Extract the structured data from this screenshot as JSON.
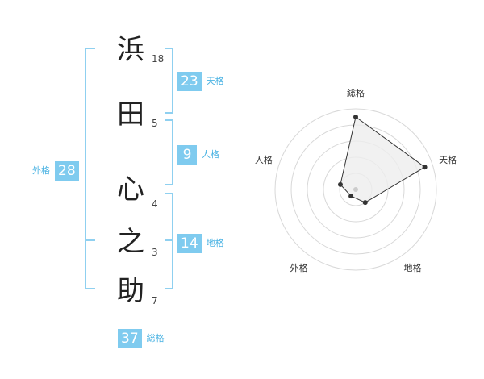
{
  "characters": [
    {
      "char": "浜",
      "strokes": "18"
    },
    {
      "char": "田",
      "strokes": "5"
    },
    {
      "char": "心",
      "strokes": "4"
    },
    {
      "char": "之",
      "strokes": "3"
    },
    {
      "char": "助",
      "strokes": "7"
    }
  ],
  "fortunes": {
    "tenkaku": {
      "value": "23",
      "label": "天格"
    },
    "jinkaku": {
      "value": "9",
      "label": "人格"
    },
    "chikaku": {
      "value": "14",
      "label": "地格"
    },
    "gaikaku": {
      "value": "28",
      "label": "外格"
    },
    "soukaku": {
      "value": "37",
      "label": "総格"
    }
  },
  "colors": {
    "accent": "#7fcbef",
    "accent_text": "#4bb3e3",
    "bracket": "#8fd0f0"
  },
  "chart_data": {
    "type": "radar",
    "axes": [
      "総格",
      "天格",
      "地格",
      "外格",
      "人格"
    ],
    "values": [
      4.5,
      4.5,
      1.0,
      0.5,
      1.0
    ],
    "range": [
      0,
      5
    ],
    "rings": 5
  }
}
